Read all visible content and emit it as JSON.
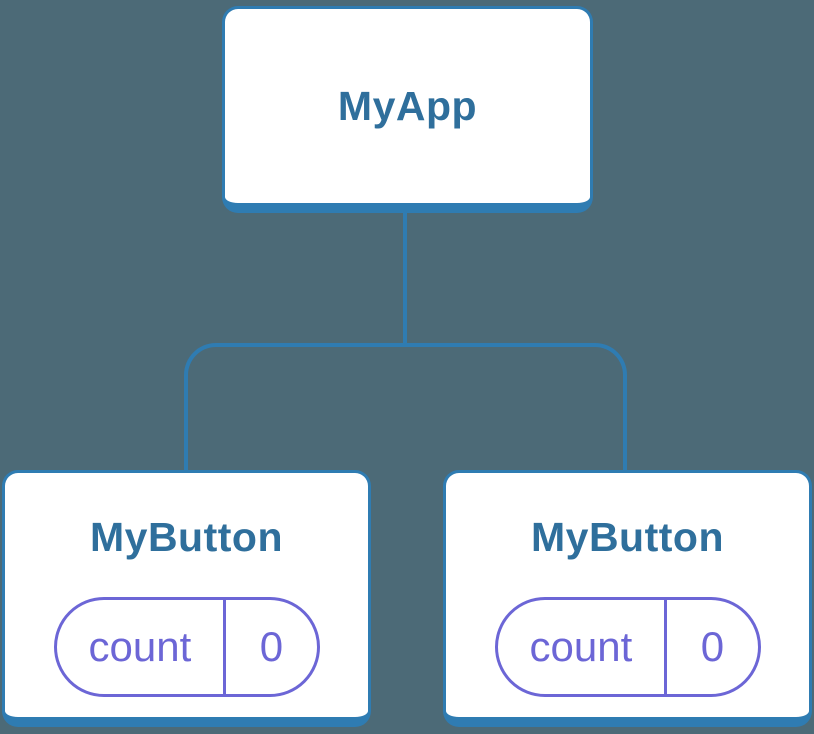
{
  "diagram": {
    "type": "component-tree",
    "colors": {
      "background": "#4C6A77",
      "line_blue": "#2F7CB2",
      "label_blue": "#2F6F9C",
      "pill_purple": "#6C66D6",
      "node_fill": "#FFFFFF"
    },
    "root": {
      "label": "MyApp"
    },
    "children": [
      {
        "label": "MyButton",
        "state": {
          "key": "count",
          "value": "0"
        }
      },
      {
        "label": "MyButton",
        "state": {
          "key": "count",
          "value": "0"
        }
      }
    ]
  }
}
